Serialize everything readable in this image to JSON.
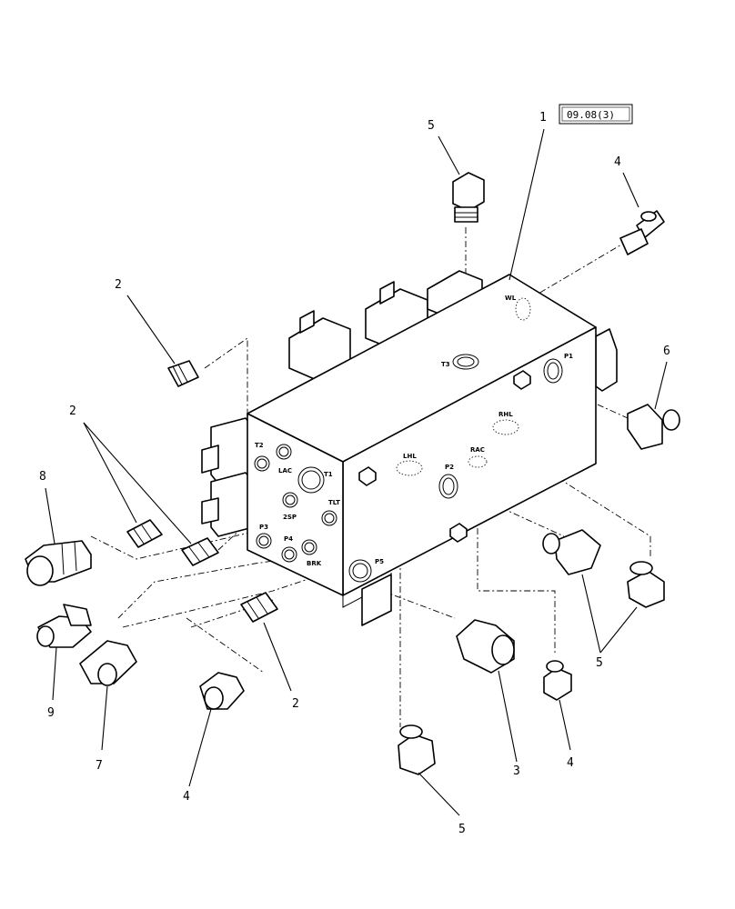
{
  "reference_box": "09.08(3)",
  "callouts": [
    "1",
    "2",
    "2",
    "2",
    "2",
    "3",
    "4",
    "4",
    "4",
    "5",
    "5",
    "5",
    "5",
    "6",
    "7",
    "8",
    "9"
  ],
  "ports": {
    "t2": "T2",
    "lac": "LAC",
    "t1": "T1",
    "tlt": "TLT",
    "sp2": "2SP",
    "p3": "P3",
    "p4": "P4",
    "brk": "BRK",
    "p5": "P5",
    "t3": "T3",
    "p1": "P1",
    "p2": "P2",
    "lhl": "LHL",
    "rac": "RAC",
    "rhl": "RHL",
    "wl": "WL"
  }
}
